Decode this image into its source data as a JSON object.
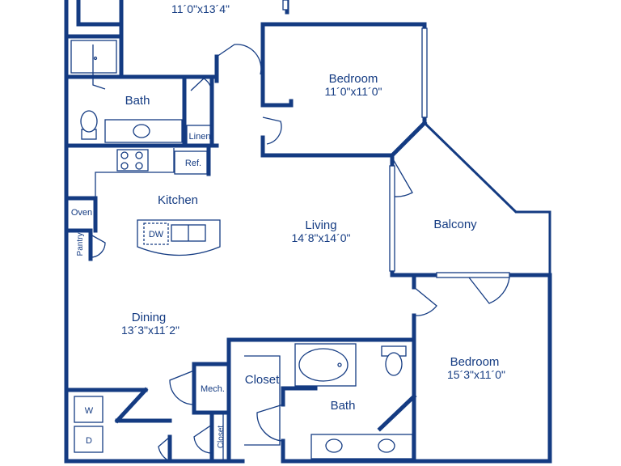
{
  "colors": {
    "wall": "#143b82",
    "background": "#ffffff"
  },
  "rooms": {
    "top_room_dim": "11´0\"x13´4\"",
    "bedroom1": {
      "label": "Bedroom",
      "dim": "11´0\"x11´0\""
    },
    "bath1": {
      "label": "Bath"
    },
    "linen": {
      "label": "Linen"
    },
    "ref": {
      "label": "Ref."
    },
    "kitchen": {
      "label": "Kitchen"
    },
    "oven": {
      "label": "Oven"
    },
    "pantry": {
      "label": "Pantry"
    },
    "dw": {
      "label": "DW"
    },
    "living": {
      "label": "Living",
      "dim": "14´8\"x14´0\""
    },
    "balcony": {
      "label": "Balcony"
    },
    "dining": {
      "label": "Dining",
      "dim": "13´3\"x11´2\""
    },
    "mech": {
      "label": "Mech."
    },
    "closet_walkin": {
      "label": "Closet"
    },
    "closet_small": {
      "label": "Closet"
    },
    "bath2": {
      "label": "Bath"
    },
    "bedroom2": {
      "label": "Bedroom",
      "dim": "15´3\"x11´0\""
    },
    "washer": {
      "label": "W"
    },
    "dryer": {
      "label": "D"
    }
  }
}
